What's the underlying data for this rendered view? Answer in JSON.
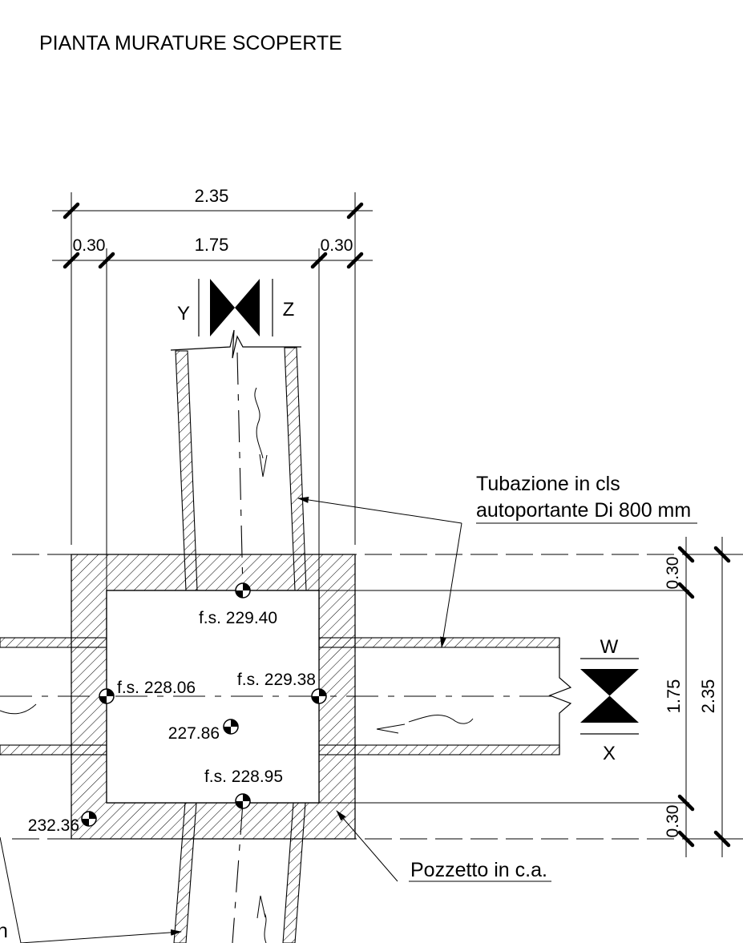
{
  "title": "PIANTA MURATURE SCOPERTE",
  "dimensions": {
    "top_total": "2.35",
    "top_left_wall": "0.30",
    "top_inner": "1.75",
    "top_right_wall": "0.30",
    "right_top_wall": "0.30",
    "right_inner": "1.75",
    "right_total": "2.35",
    "right_bottom_wall": "0.30"
  },
  "sections": {
    "top_left": "Y",
    "top_right": "Z",
    "right_top": "W",
    "right_bottom": "X"
  },
  "levels": {
    "top": "f.s. 229.40",
    "left": "f.s. 228.06",
    "right": "f.s. 229.38",
    "center": "227.86",
    "bottom": "f.s. 228.95",
    "corner": "232.36"
  },
  "labels": {
    "pipe_line1": "Tubazione in cls",
    "pipe_line2": "autoportante Di 800 mm",
    "manhole": "Pozzetto in c.a.",
    "cut_fragment": "n"
  }
}
